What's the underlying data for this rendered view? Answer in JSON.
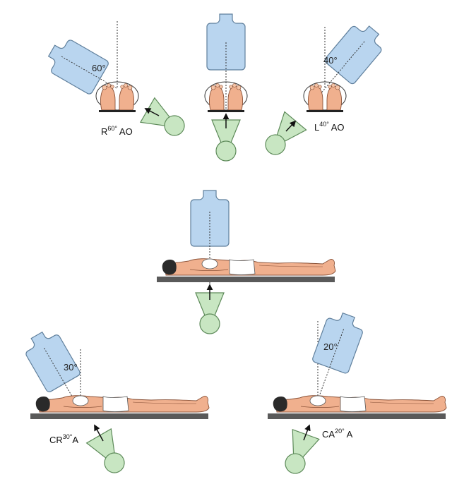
{
  "colors": {
    "detector_fill": "#b9d5ef",
    "detector_stroke": "#5f7f9c",
    "tube_fill": "#c8e6c2",
    "tube_stroke": "#5d8a59",
    "skin": "#f0b08e",
    "skin_dark": "#c8805e",
    "table": "#5a5a5a",
    "hair": "#2a2a2a",
    "cloth": "#ffffff"
  },
  "icons": {
    "detector": "image-intensifier-icon",
    "tube": "x-ray-tube-icon",
    "feet": "patient-feet-icon",
    "patient": "supine-patient-icon",
    "arrow": "beam-direction-arrow-icon"
  },
  "views": {
    "rao": {
      "angle_label": "60°",
      "label_prefix": "R",
      "label_sup": "60°",
      "label_suffix": " AO"
    },
    "ap": {},
    "lao": {
      "angle_label": "40°",
      "label_prefix": "L",
      "label_sup": "40°",
      "label_suffix": " AO"
    },
    "frontal": {},
    "cranial": {
      "angle_label": "30°",
      "label_prefix": "CR",
      "label_sup": "30°",
      "label_suffix": "A"
    },
    "caudal": {
      "angle_label": "20°",
      "label_prefix": "CA",
      "label_sup": "20°",
      "label_suffix": " A"
    }
  }
}
